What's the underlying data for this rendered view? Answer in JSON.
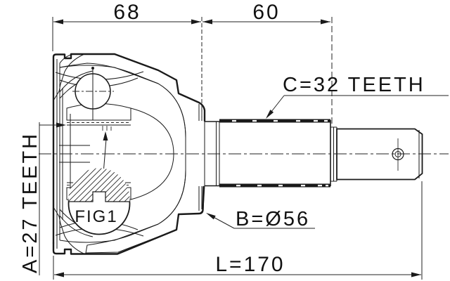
{
  "diagram": {
    "dim_width_housing": "68",
    "dim_width_spline": "60",
    "label_inner_spline": "A=27 TEETH",
    "label_outer_spline": "C=32 TEETH",
    "label_diameter": "B=Ø56",
    "dim_total_length": "L=170",
    "detail_label": "FIG1",
    "colors": {
      "line": "#1a1a1a",
      "dimension": "#222222",
      "background": "#ffffff"
    }
  }
}
